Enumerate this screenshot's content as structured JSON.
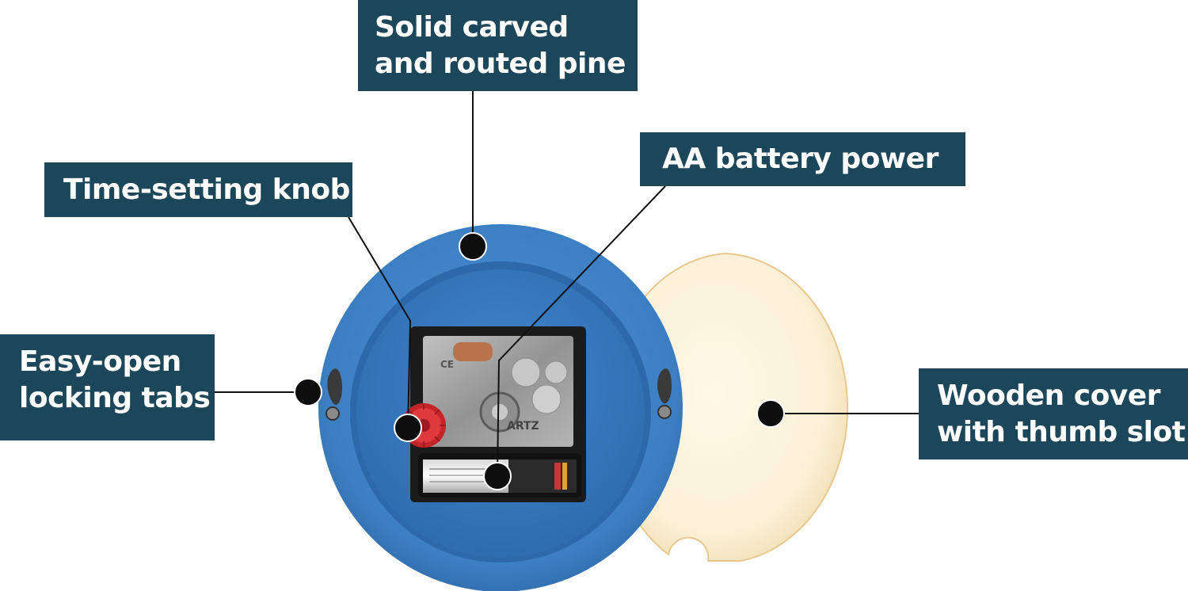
{
  "callouts": {
    "pine": {
      "line1": "Solid carved",
      "line2": "and routed pine"
    },
    "battery": {
      "line1": "AA battery power"
    },
    "knob": {
      "line1": "Time-setting knob"
    },
    "tabs": {
      "line1": "Easy-open",
      "line2": "locking tabs"
    },
    "cover": {
      "line1": "Wooden cover",
      "line2": "with thumb slot"
    }
  },
  "colors": {
    "label_bg": "#1c4659",
    "label_text": "#ffffff",
    "clock_body": "#3f7fc0",
    "cover_wood": "#fbf1d8",
    "knob": "#d0262c"
  }
}
